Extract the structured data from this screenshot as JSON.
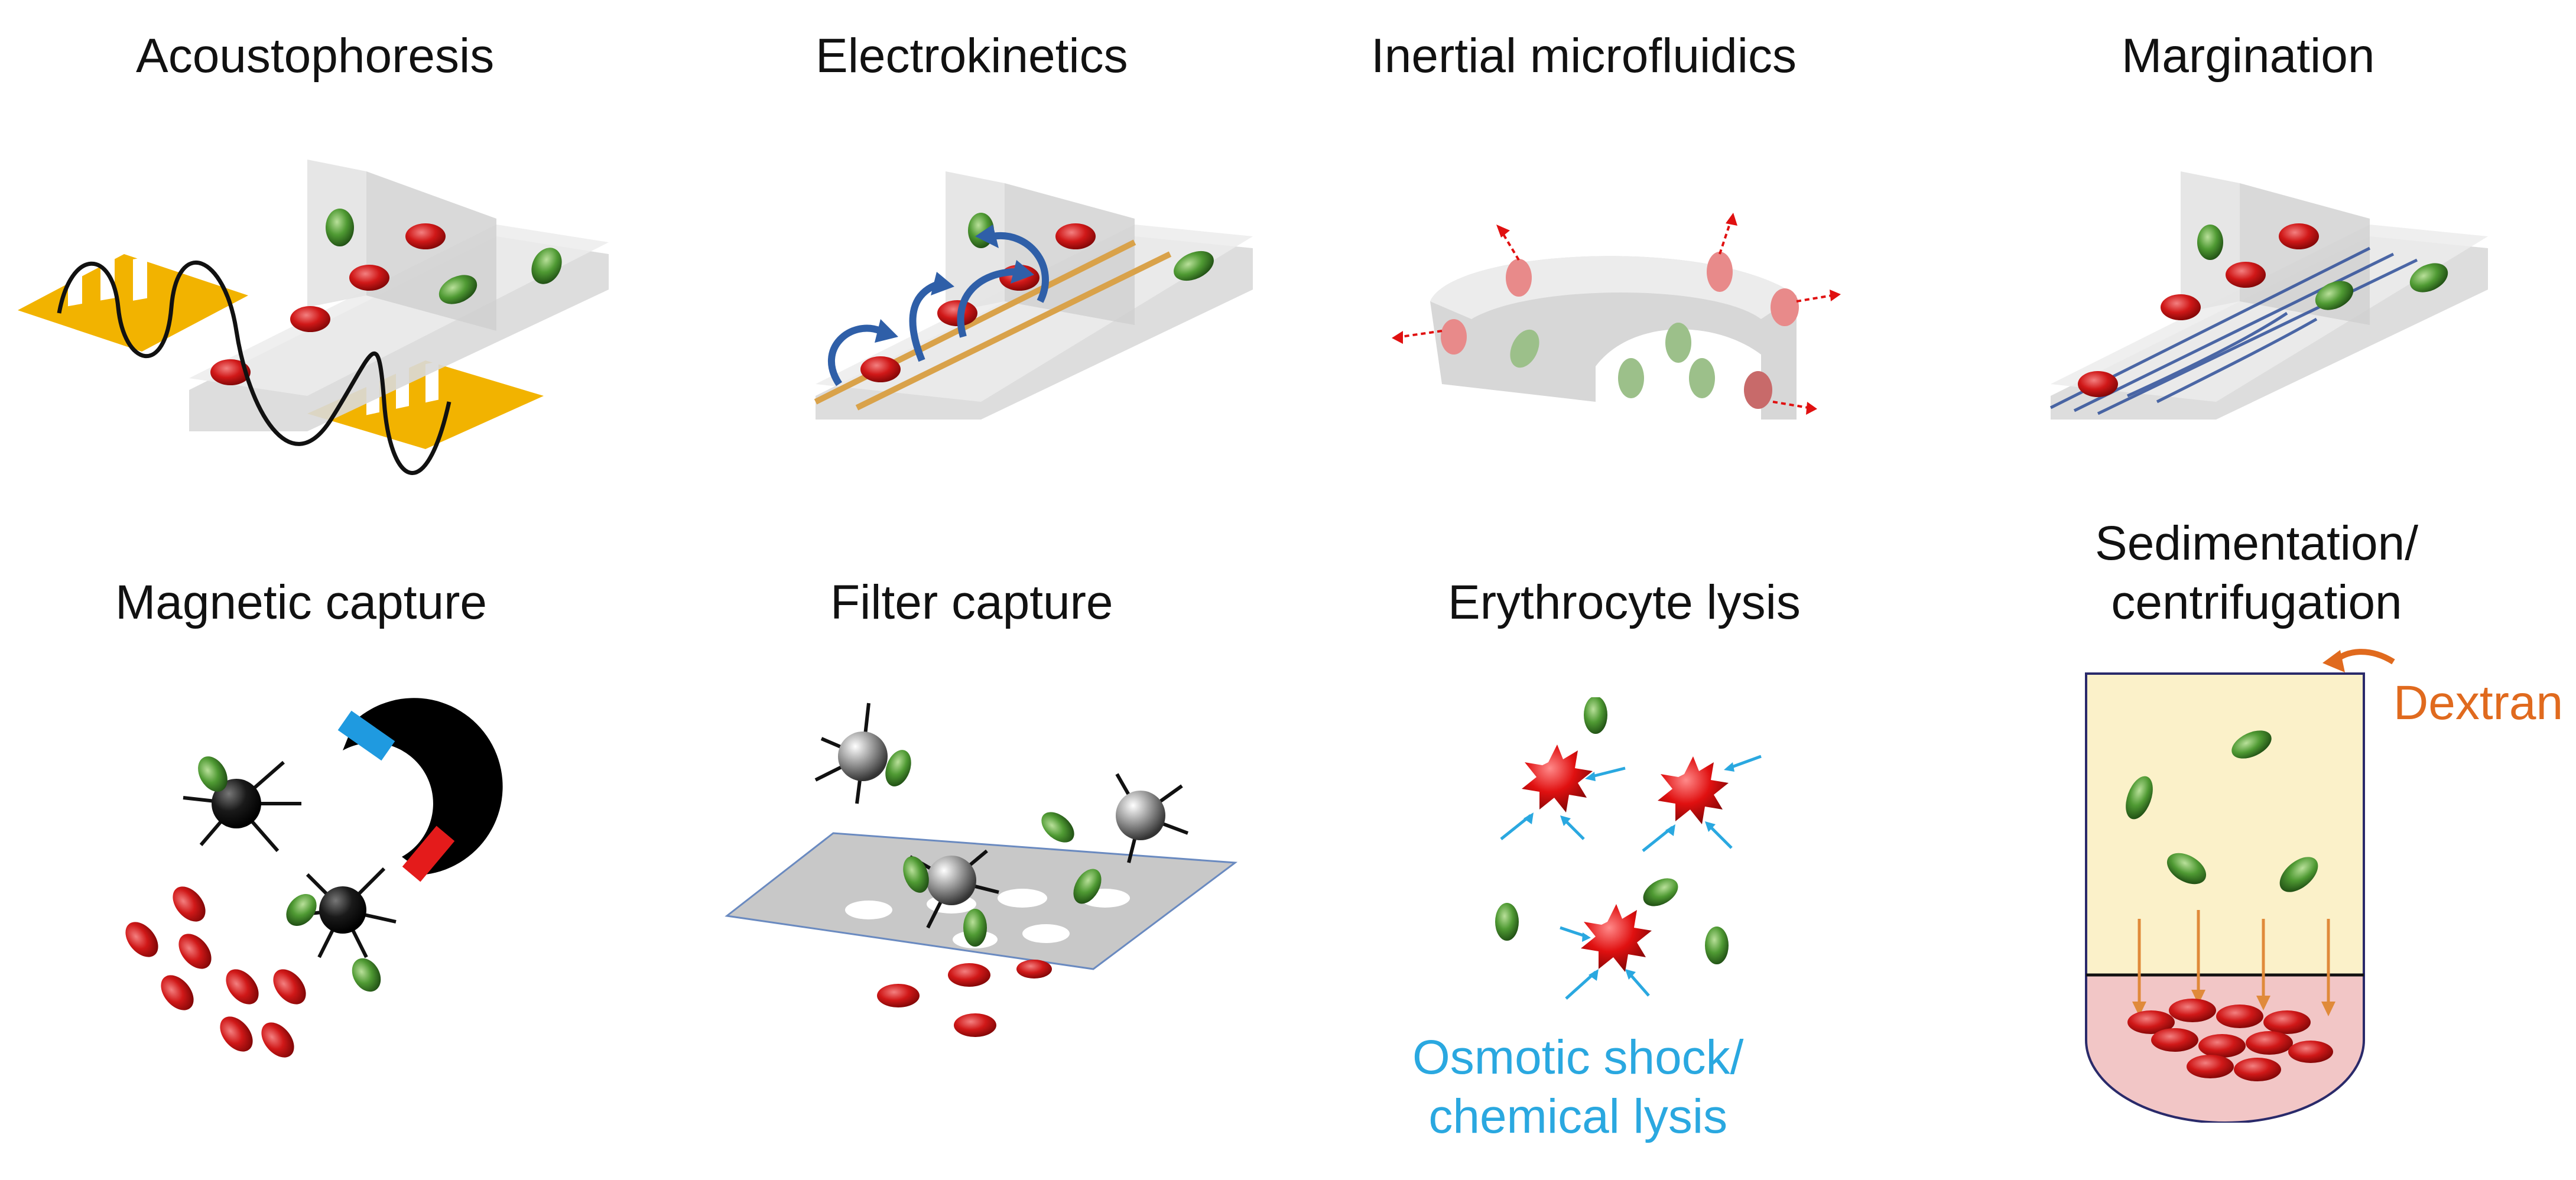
{
  "titles": {
    "acoustophoresis": "Acoustophoresis",
    "electrokinetics": "Electrokinetics",
    "inertial": "Inertial microfluidics",
    "margination": "Margination",
    "magnetic": "Magnetic capture",
    "filter": "Filter capture",
    "lysis": "Erythrocyte lysis",
    "sedimentation_line1": "Sedimentation/",
    "sedimentation_line2": "centrifugation"
  },
  "annotations": {
    "dextran": "Dextran",
    "osmotic_line1": "Osmotic shock/",
    "osmotic_line2": "chemical lysis"
  },
  "colors": {
    "rbc": "#d01818",
    "wbc": "#3f8a2a",
    "electrode": "#f2b300",
    "channel": "#d9d9d9",
    "rotation_arrow": "#2f5fa8",
    "force_arrow": "#e01010",
    "lysis_arrow": "#2aa8e0",
    "dextran": "#e06a1e",
    "plasma": "#fbf1c9",
    "cell_layer": "#f2c6c6",
    "magnet_red": "#e41b1b",
    "magnet_blue": "#1f9ae0"
  }
}
